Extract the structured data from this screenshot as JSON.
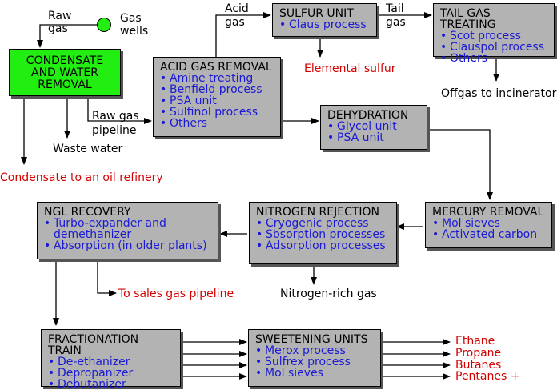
{
  "source_circle": {
    "label": "Gas wells"
  },
  "labels": {
    "raw_gas_in": "Raw gas",
    "raw_gas_pipeline": "Raw gas pipeline",
    "acid_gas": "Acid gas",
    "tail_gas": "Tail gas",
    "elemental_sulfur": "Elemental sulfur",
    "offgas": "Offgas to incinerator",
    "waste_water": "Waste water",
    "condensate_refinery": "Condensate to an oil refinery",
    "sales_gas": "To sales gas pipeline",
    "nitrogen_rich": "Nitrogen-rich gas"
  },
  "boxes": {
    "condensate": {
      "title": "CONDENSATE AND WATER REMOVAL"
    },
    "acid_gas_removal": {
      "title": "ACID GAS REMOVAL",
      "items": [
        "Amine treating",
        "Benfield process",
        "PSA unit",
        "Sulfinol process",
        "Others"
      ]
    },
    "sulfur_unit": {
      "title": "SULFUR UNIT",
      "items": [
        "Claus process"
      ]
    },
    "tail_gas_treating": {
      "title": "TAIL GAS TREATING",
      "items": [
        "Scot process",
        "Clauspol process",
        "Others"
      ]
    },
    "dehydration": {
      "title": "DEHYDRATION",
      "items": [
        "Glycol unit",
        "PSA unit"
      ]
    },
    "mercury_removal": {
      "title": "MERCURY REMOVAL",
      "items": [
        "Mol sieves",
        "Activated carbon"
      ]
    },
    "nitrogen_rejection": {
      "title": "NITROGEN REJECTION",
      "items": [
        "Cryogenic process",
        "Sbsorption processes",
        "Adsorption processes"
      ]
    },
    "ngl_recovery": {
      "title": "NGL RECOVERY",
      "items": [
        "Turbo-expander and demethanizer",
        "Absorption (in older plants)"
      ]
    },
    "fractionation": {
      "title": "FRACTIONATION TRAIN",
      "items": [
        "De-ethanizer",
        "Depropanizer",
        "Debutanizer"
      ]
    },
    "sweetening": {
      "title": "SWEETENING UNITS",
      "items": [
        "Merox process",
        "Sulfrex process",
        "Mol sieves"
      ]
    }
  },
  "products": [
    "Ethane",
    "Propane",
    "Butanes",
    "Pentanes +"
  ],
  "colors": {
    "box_fill": "#b3b3b3",
    "highlight_box": "#22ee11",
    "list_text": "#1a1ad6",
    "output_text": "#d40000"
  }
}
